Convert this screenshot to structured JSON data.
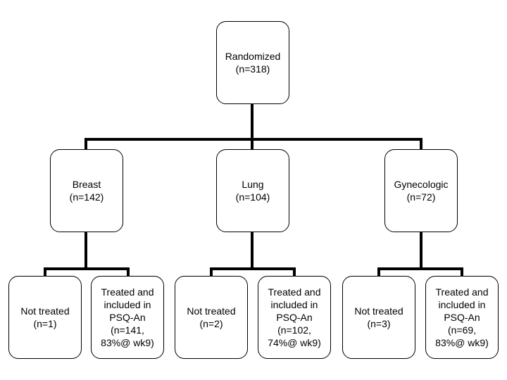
{
  "diagram": {
    "root": {
      "lines": [
        "Randomized",
        "(n=318)"
      ]
    },
    "groups": [
      {
        "node": {
          "lines": [
            "Breast",
            "(n=142)"
          ]
        },
        "not_treated": {
          "lines": [
            "Not treated",
            "(n=1)"
          ]
        },
        "treated": {
          "lines": [
            "Treated and",
            "included in",
            "PSQ-An",
            "(n=141,",
            "83%@ wk9)"
          ]
        }
      },
      {
        "node": {
          "lines": [
            "Lung",
            "(n=104)"
          ]
        },
        "not_treated": {
          "lines": [
            "Not treated",
            "(n=2)"
          ]
        },
        "treated": {
          "lines": [
            "Treated and",
            "included in",
            "PSQ-An",
            "(n=102,",
            "74%@ wk9)"
          ]
        }
      },
      {
        "node": {
          "lines": [
            "Gynecologic",
            "(n=72)"
          ]
        },
        "not_treated": {
          "lines": [
            "Not treated",
            "(n=3)"
          ]
        },
        "treated": {
          "lines": [
            "Treated and",
            "included in",
            "PSQ-An",
            "(n=69,",
            "83%@ wk9)"
          ]
        }
      }
    ]
  }
}
